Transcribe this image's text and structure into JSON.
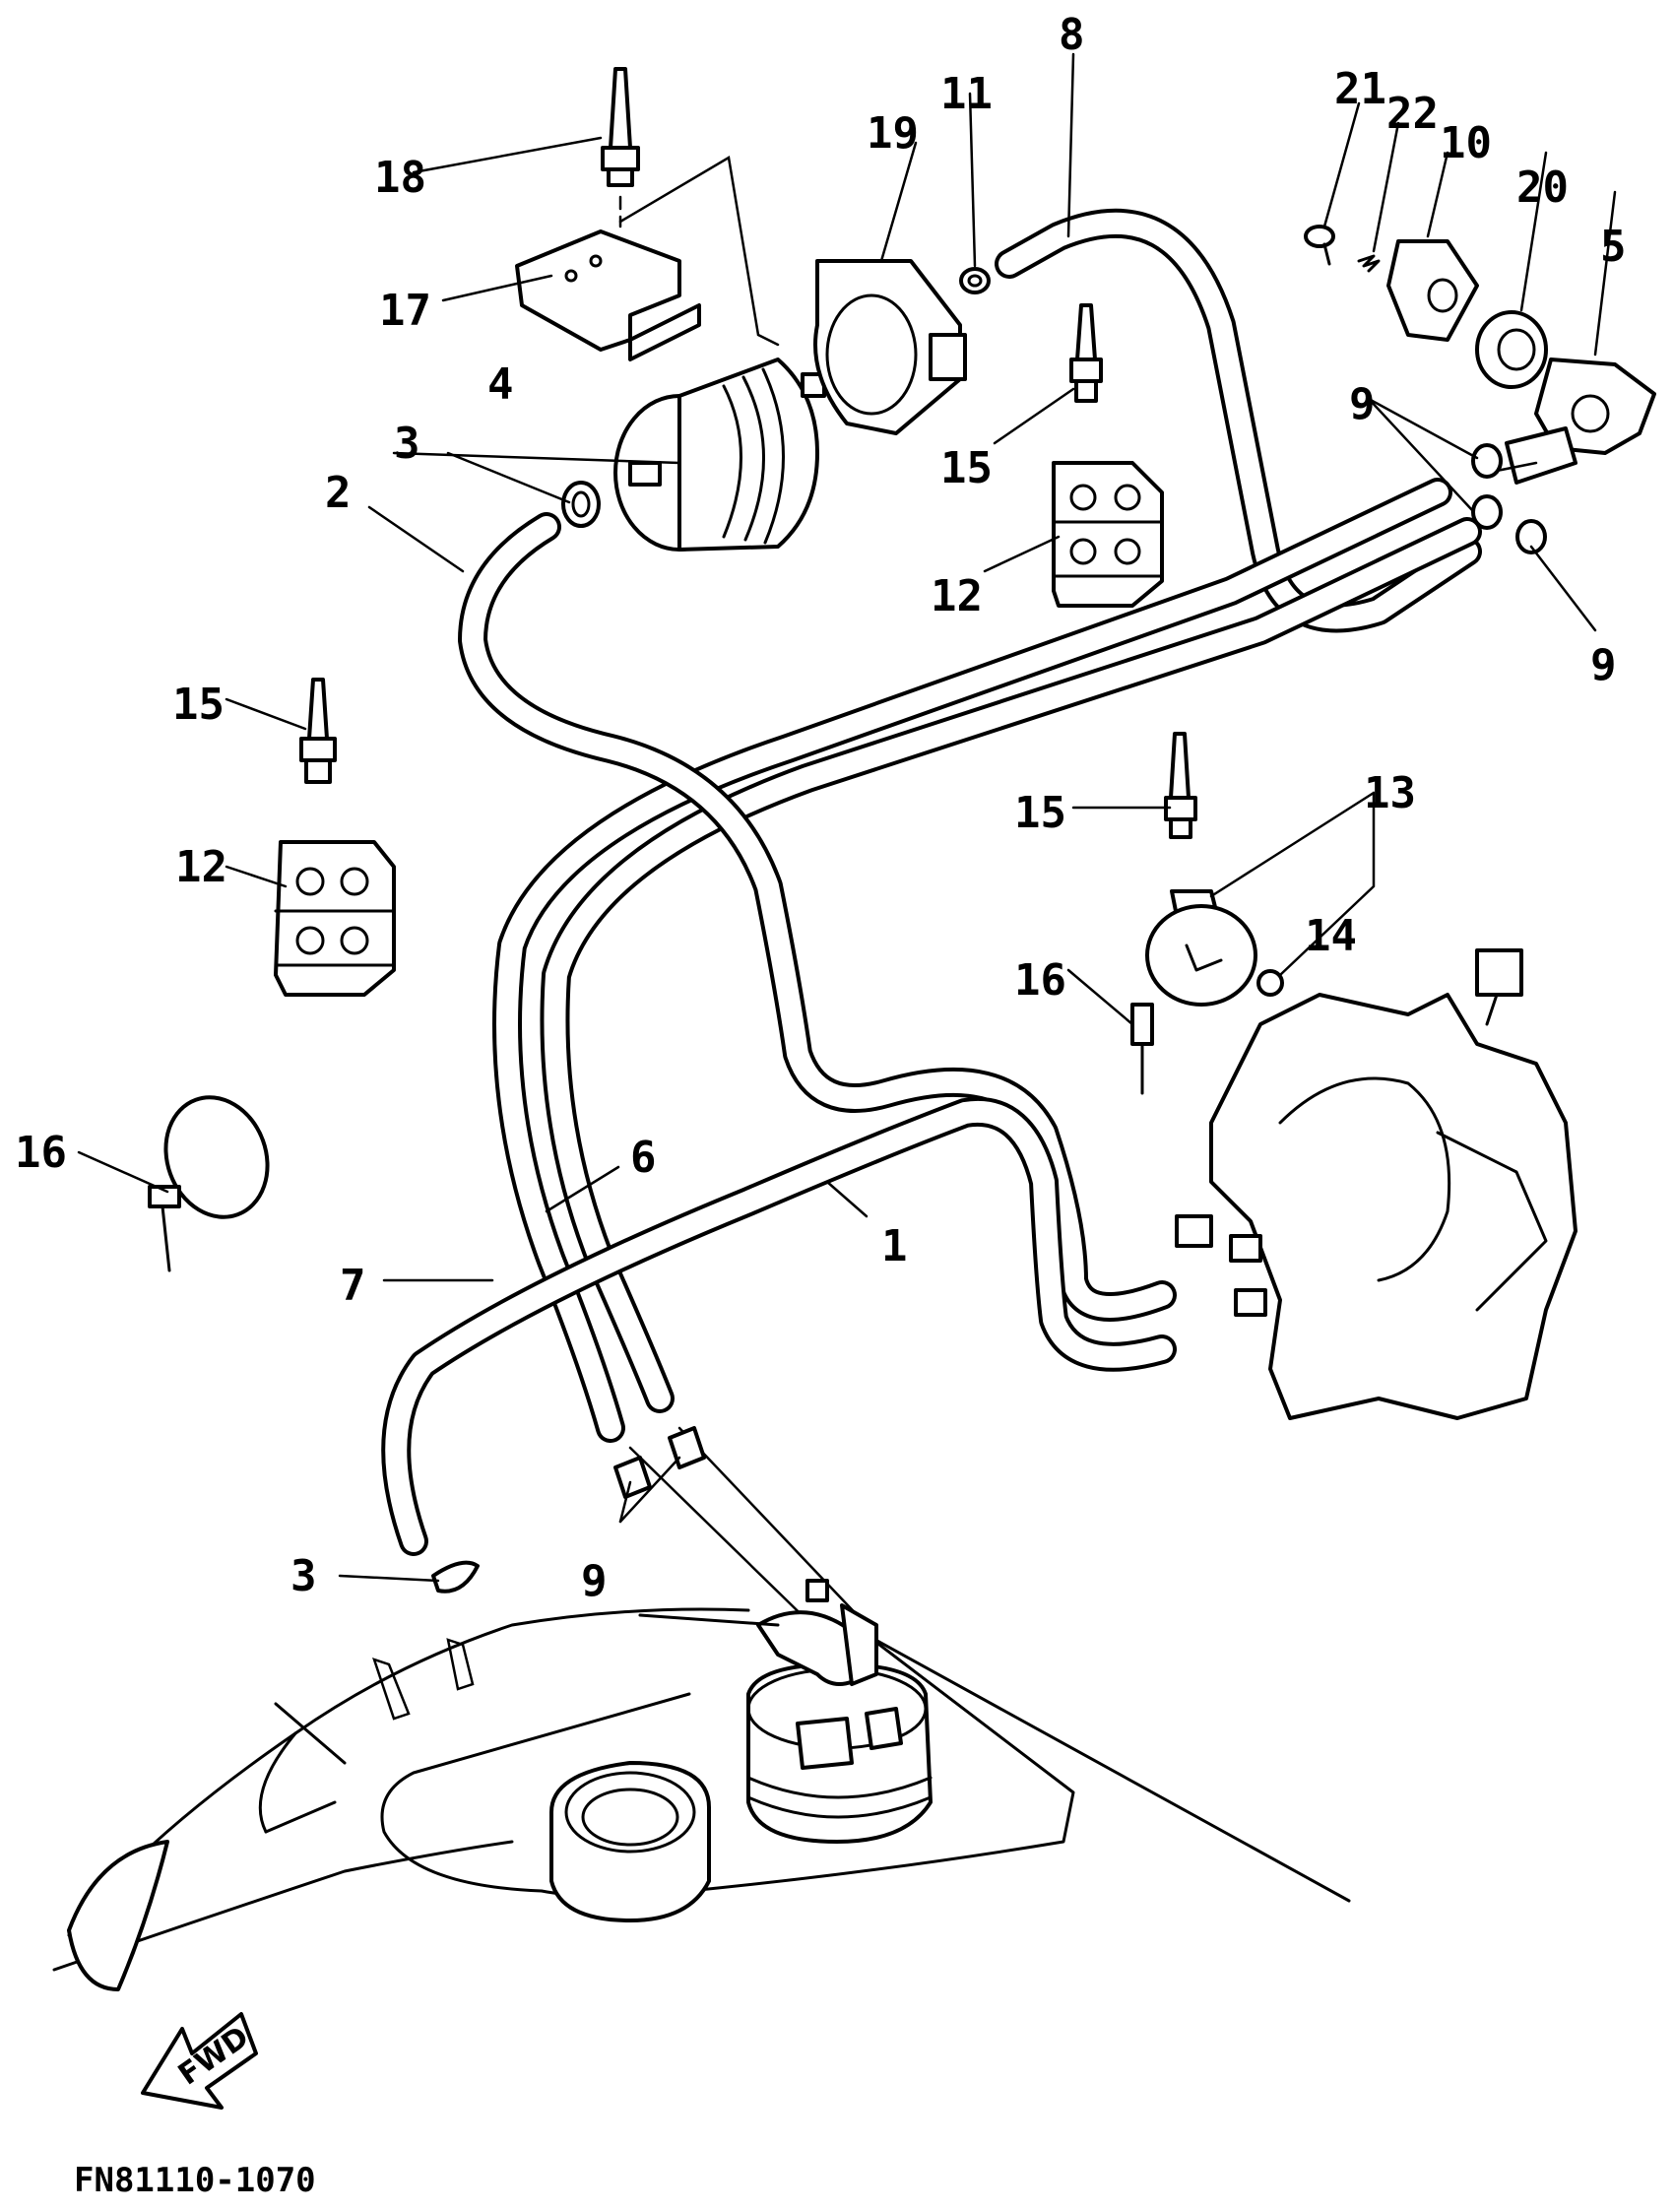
{
  "callouts": {
    "c1": "1",
    "c2": "2",
    "c3a": "3",
    "c3b": "3",
    "c4": "4",
    "c5": "5",
    "c6": "6",
    "c7": "7",
    "c8": "8",
    "c9a": "9",
    "c9b": "9",
    "c9c": "9",
    "c10": "10",
    "c11": "11",
    "c12a": "12",
    "c12b": "12",
    "c13": "13",
    "c14": "14",
    "c15a": "15",
    "c15b": "15",
    "c15c": "15",
    "c16a": "16",
    "c16b": "16",
    "c17": "17",
    "c18": "18",
    "c19": "19",
    "c20": "20",
    "c21": "21",
    "c22": "22"
  },
  "fwd_label": "FWD",
  "figure_code": "FN81110-1070"
}
